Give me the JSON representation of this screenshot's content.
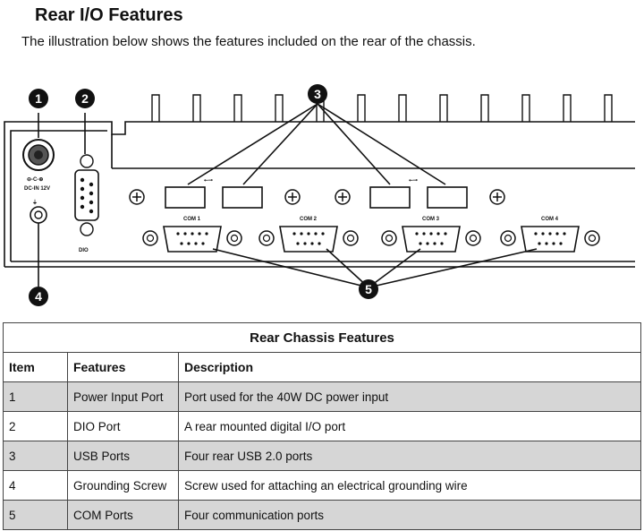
{
  "title": "Rear I/O Features",
  "intro": "The illustration below shows the features included on the rear of the chassis.",
  "diagram": {
    "callouts": [
      "1",
      "2",
      "3",
      "4",
      "5"
    ],
    "dc_label": "DC-IN 12V",
    "dio_label": "DIO",
    "com_labels": [
      "COM 1",
      "COM 2",
      "COM 3",
      "COM 4"
    ]
  },
  "table": {
    "caption": "Rear Chassis Features",
    "headers": [
      "Item",
      "Features",
      "Description"
    ],
    "rows": [
      {
        "item": "1",
        "feature": "Power Input Port",
        "description": "Port used for the 40W DC power input"
      },
      {
        "item": "2",
        "feature": "DIO Port",
        "description": "A rear mounted digital I/O port"
      },
      {
        "item": "3",
        "feature": "USB Ports",
        "description": "Four rear USB 2.0 ports"
      },
      {
        "item": "4",
        "feature": "Grounding Screw",
        "description": "Screw used for attaching an electrical grounding wire"
      },
      {
        "item": "5",
        "feature": "COM Ports",
        "description": "Four communication ports"
      }
    ]
  }
}
